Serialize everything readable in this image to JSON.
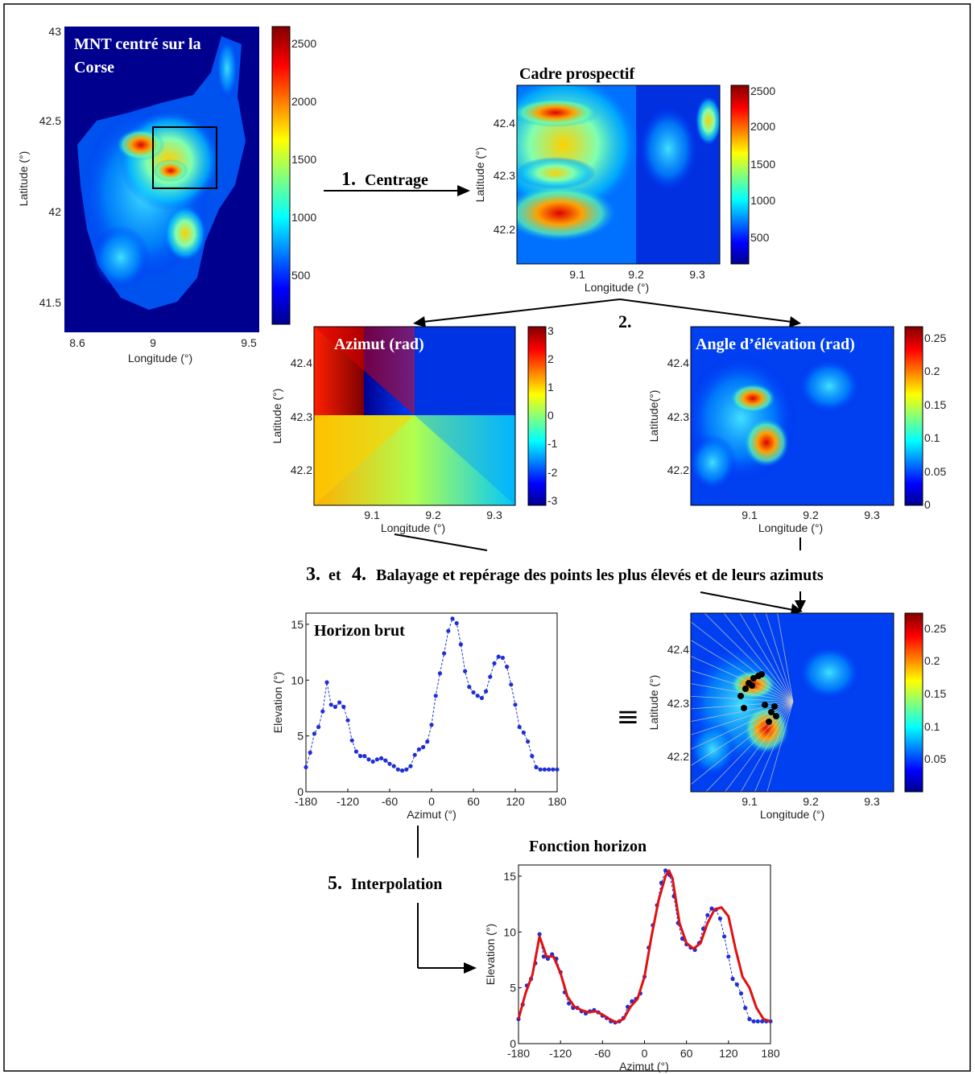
{
  "panels": {
    "mnt": {
      "title_line1": "MNT centré sur la",
      "title_line2": "Corse",
      "xlabel": "Longitude (°)",
      "ylabel": "Latitude (°)",
      "xticks": [
        "8.6",
        "9",
        "9.5"
      ],
      "yticks": [
        "43",
        "42.5",
        "42",
        "41.5"
      ],
      "colorbar_ticks": [
        "2500",
        "2000",
        "1500",
        "1000",
        "500"
      ]
    },
    "cadre": {
      "title": "Cadre prospectif",
      "xlabel": "Longitude (°)",
      "ylabel": "Latitude (°)",
      "xticks": [
        "9.1",
        "9.2",
        "9.3"
      ],
      "yticks": [
        "42.4",
        "42.3",
        "42.2"
      ],
      "colorbar_ticks": [
        "2500",
        "2000",
        "1500",
        "1000",
        "500"
      ]
    },
    "azimut": {
      "title": "Azimut (rad)",
      "xlabel": "Longitude (°)",
      "ylabel": "Latitude (°)",
      "xticks": [
        "9.1",
        "9.2",
        "9.3"
      ],
      "yticks": [
        "42.4",
        "42.3",
        "42.2"
      ],
      "colorbar_ticks": [
        "3",
        "2",
        "1",
        "0",
        "-1",
        "-2",
        "-3"
      ]
    },
    "angle": {
      "title": "Angle d’élévation (rad)",
      "xlabel": "Longitude (°)",
      "ylabel": "Latitude(°)",
      "xticks": [
        "9.1",
        "9.2",
        "9.3"
      ],
      "yticks": [
        "42.4",
        "42.3",
        "42.2"
      ],
      "colorbar_ticks": [
        "0.25",
        "0.2",
        "0.15",
        "0.1",
        "0.05",
        "0"
      ]
    },
    "scan": {
      "xlabel": "Longitude (°)",
      "ylabel": "Latitude (°)",
      "xticks": [
        "9.1",
        "9.2",
        "9.3"
      ],
      "yticks": [
        "42.4",
        "42.3",
        "42.2"
      ],
      "colorbar_ticks": [
        "0.25",
        "0.2",
        "0.15",
        "0.1",
        "0.05"
      ]
    }
  },
  "steps": {
    "s1_num": "1.",
    "s1_text": "Centrage",
    "s2": "2.",
    "s34_num_a": "3.",
    "s34_mid": "et",
    "s34_num_b": "4.",
    "s34_text": "Balayage et repérage des points les plus élevés et de leurs azimuts",
    "s5_num": "5.",
    "s5_text": "Interpolation",
    "equiv": "≡"
  },
  "chart_data": [
    {
      "type": "scatter",
      "title": "Horizon brut",
      "xlabel": "Azimut (°)",
      "ylabel": "Elevation (°)",
      "xlim": [
        -180,
        180
      ],
      "ylim": [
        0,
        16
      ],
      "xticks": [
        "-180",
        "-120",
        "-60",
        "0",
        "60",
        "120",
        "180"
      ],
      "yticks": [
        "0",
        "5",
        "10",
        "15"
      ],
      "series": [
        {
          "color": "#1f2fd6",
          "x": [
            -180,
            -174,
            -168,
            -162,
            -156,
            -150,
            -144,
            -138,
            -132,
            -126,
            -120,
            -114,
            -108,
            -102,
            -96,
            -90,
            -84,
            -78,
            -72,
            -66,
            -60,
            -54,
            -48,
            -42,
            -36,
            -30,
            -24,
            -18,
            -12,
            -6,
            0,
            6,
            12,
            18,
            24,
            30,
            36,
            42,
            48,
            54,
            60,
            66,
            72,
            78,
            84,
            90,
            96,
            102,
            108,
            114,
            120,
            126,
            132,
            138,
            144,
            150,
            156,
            162,
            168,
            174,
            180
          ],
          "y": [
            2.2,
            3.5,
            5.2,
            5.8,
            7.2,
            9.8,
            7.8,
            7.6,
            8.0,
            7.6,
            6.4,
            4.6,
            3.6,
            3.2,
            3.2,
            2.9,
            2.7,
            2.9,
            3.0,
            2.8,
            2.5,
            2.3,
            2.0,
            1.9,
            2.0,
            2.3,
            3.3,
            3.8,
            4.0,
            4.5,
            6.0,
            8.6,
            10.6,
            12.4,
            14.4,
            15.5,
            15.1,
            13.2,
            10.8,
            9.4,
            8.9,
            8.6,
            8.4,
            9.0,
            10.3,
            11.5,
            12.1,
            12.0,
            11.2,
            9.6,
            7.8,
            5.8,
            5.3,
            4.5,
            3.2,
            2.2,
            2.0,
            2.0,
            2.0,
            2.0,
            2.0
          ]
        }
      ]
    },
    {
      "type": "line",
      "title": "Fonction horizon",
      "xlabel": "Azimut (°)",
      "ylabel": "Elevation (°)",
      "xlim": [
        -180,
        180
      ],
      "ylim": [
        0,
        16
      ],
      "xticks": [
        "-180",
        "-120",
        "-60",
        "0",
        "60",
        "120",
        "180"
      ],
      "yticks": [
        "0",
        "5",
        "10",
        "15"
      ],
      "series": [
        {
          "color": "#1f2fd6",
          "x": [
            -180,
            -174,
            -168,
            -162,
            -156,
            -150,
            -144,
            -138,
            -132,
            -126,
            -120,
            -114,
            -108,
            -102,
            -96,
            -90,
            -84,
            -78,
            -72,
            -66,
            -60,
            -54,
            -48,
            -42,
            -36,
            -30,
            -24,
            -18,
            -12,
            -6,
            0,
            6,
            12,
            18,
            24,
            30,
            36,
            42,
            48,
            54,
            60,
            66,
            72,
            78,
            84,
            90,
            96,
            102,
            108,
            114,
            120,
            126,
            132,
            138,
            144,
            150,
            156,
            162,
            168,
            174,
            180
          ],
          "y": [
            2.2,
            3.5,
            5.2,
            5.8,
            7.2,
            9.8,
            7.8,
            7.6,
            8.0,
            7.6,
            6.4,
            4.6,
            3.6,
            3.2,
            3.2,
            2.9,
            2.7,
            2.9,
            3.0,
            2.8,
            2.5,
            2.3,
            2.0,
            1.9,
            2.0,
            2.3,
            3.3,
            3.8,
            4.0,
            4.5,
            6.0,
            8.6,
            10.6,
            12.4,
            14.4,
            15.5,
            15.1,
            13.2,
            10.8,
            9.4,
            8.9,
            8.6,
            8.4,
            9.0,
            10.3,
            11.5,
            12.1,
            12.0,
            11.2,
            9.6,
            7.8,
            5.8,
            5.3,
            4.5,
            3.2,
            2.2,
            2.0,
            2.0,
            2.0,
            2.0,
            2.0
          ]
        },
        {
          "color": "#e01010",
          "x": [
            -180,
            -170,
            -160,
            -150,
            -140,
            -130,
            -120,
            -110,
            -100,
            -90,
            -80,
            -70,
            -60,
            -50,
            -40,
            -30,
            -20,
            -10,
            0,
            10,
            20,
            30,
            35,
            40,
            50,
            60,
            70,
            80,
            90,
            100,
            110,
            120,
            130,
            140,
            150,
            160,
            170,
            180
          ],
          "y": [
            2.2,
            4.5,
            6.2,
            9.6,
            7.8,
            7.8,
            6.3,
            4.2,
            3.3,
            3.0,
            2.8,
            2.9,
            2.6,
            2.2,
            1.9,
            2.2,
            3.3,
            4.0,
            6.0,
            9.6,
            12.8,
            15.0,
            15.5,
            14.8,
            10.8,
            9.0,
            8.5,
            9.0,
            10.8,
            12.0,
            12.2,
            11.4,
            8.5,
            6.0,
            5.0,
            3.2,
            2.2,
            2.0
          ]
        }
      ]
    }
  ]
}
